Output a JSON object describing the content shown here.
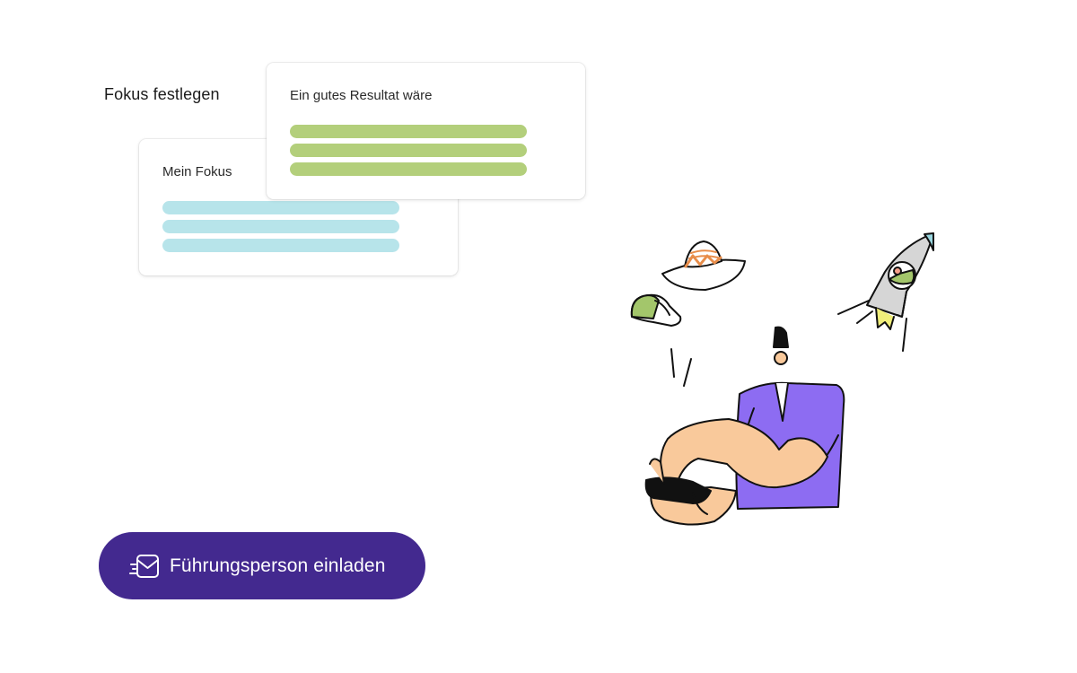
{
  "section": {
    "title": "Fokus festlegen"
  },
  "cards": {
    "focus_label": "Mein Fokus",
    "result_label": "Ein gutes Resultat wäre"
  },
  "invite_button": {
    "label": "Führungsperson einladen",
    "icon": "envelope-send-icon"
  },
  "colors": {
    "primary": "#43298f",
    "focus_bar": "#b7e4ea",
    "result_bar": "#b3cf7b",
    "shirt": "#8d6cf2",
    "skin": "#f9c99b",
    "accent_green": "#a3c66b"
  }
}
